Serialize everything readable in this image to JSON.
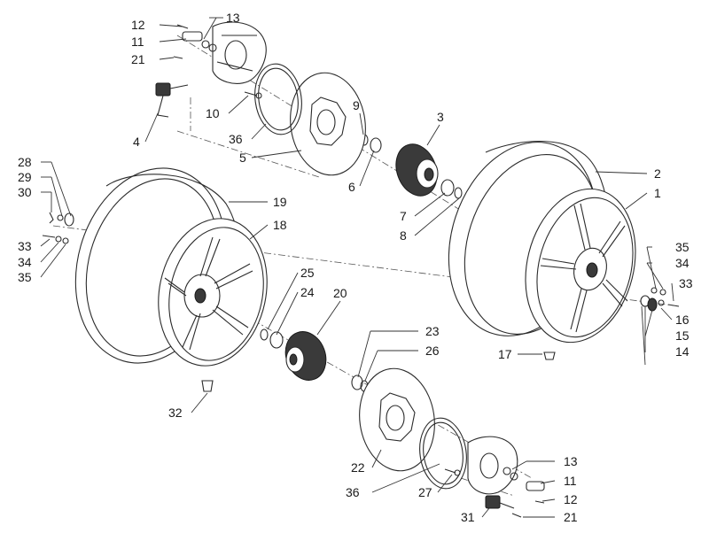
{
  "diagram": {
    "callouts": [
      {
        "id": "c12a",
        "text": "12"
      },
      {
        "id": "c13a",
        "text": "13"
      },
      {
        "id": "c11a",
        "text": "11"
      },
      {
        "id": "c21a",
        "text": "21"
      },
      {
        "id": "c10",
        "text": "10"
      },
      {
        "id": "c4",
        "text": "4"
      },
      {
        "id": "c36a",
        "text": "36"
      },
      {
        "id": "c5",
        "text": "5"
      },
      {
        "id": "c9",
        "text": "9"
      },
      {
        "id": "c6",
        "text": "6"
      },
      {
        "id": "c3",
        "text": "3"
      },
      {
        "id": "c7",
        "text": "7"
      },
      {
        "id": "c8",
        "text": "8"
      },
      {
        "id": "c2",
        "text": "2"
      },
      {
        "id": "c1",
        "text": "1"
      },
      {
        "id": "c28",
        "text": "28"
      },
      {
        "id": "c29",
        "text": "29"
      },
      {
        "id": "c30",
        "text": "30"
      },
      {
        "id": "c33a",
        "text": "33"
      },
      {
        "id": "c34a",
        "text": "34"
      },
      {
        "id": "c35a",
        "text": "35"
      },
      {
        "id": "c19",
        "text": "19"
      },
      {
        "id": "c18",
        "text": "18"
      },
      {
        "id": "c25",
        "text": "25"
      },
      {
        "id": "c24",
        "text": "24"
      },
      {
        "id": "c20",
        "text": "20"
      },
      {
        "id": "c23",
        "text": "23"
      },
      {
        "id": "c26",
        "text": "26"
      },
      {
        "id": "c32",
        "text": "32"
      },
      {
        "id": "c22",
        "text": "22"
      },
      {
        "id": "c36b",
        "text": "36"
      },
      {
        "id": "c27",
        "text": "27"
      },
      {
        "id": "c13b",
        "text": "13"
      },
      {
        "id": "c11b",
        "text": "11"
      },
      {
        "id": "c12b",
        "text": "12"
      },
      {
        "id": "c21b",
        "text": "21"
      },
      {
        "id": "c31",
        "text": "31"
      },
      {
        "id": "c35b",
        "text": "35"
      },
      {
        "id": "c34b",
        "text": "34"
      },
      {
        "id": "c33b",
        "text": "33"
      },
      {
        "id": "c16",
        "text": "16"
      },
      {
        "id": "c15",
        "text": "15"
      },
      {
        "id": "c14",
        "text": "14"
      },
      {
        "id": "c17",
        "text": "17"
      }
    ]
  }
}
